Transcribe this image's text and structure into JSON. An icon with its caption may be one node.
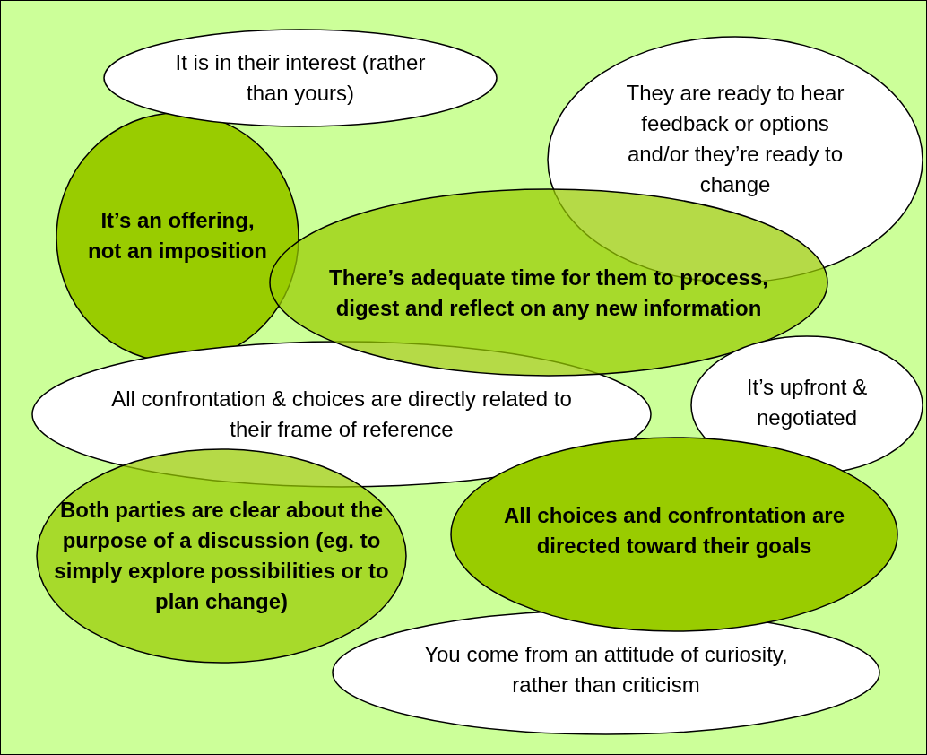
{
  "diagram": {
    "nodes": [
      {
        "text": [
          "It is in their interest (rather than yours)"
        ]
      },
      {
        "text": [
          "They are ready to hear feedback or options and/or they’re ready to change"
        ]
      },
      {
        "text": [
          "It’s an offering, not an imposition"
        ]
      },
      {
        "text": [
          "There’s adequate time for them to process, digest and reflect on any new information"
        ]
      },
      {
        "text": [
          "All confrontation & choices are directly related to their frame of reference"
        ]
      },
      {
        "text": [
          "It’s upfront & negotiated"
        ]
      },
      {
        "text": [
          "All choices and confrontation are directed toward their goals"
        ]
      },
      {
        "text": [
          "Both parties are clear about the purpose of a discussion (eg. to simply explore possibilities or to plan change)"
        ]
      },
      {
        "text": [
          "You come from an attitude of curiosity, rather than criticism"
        ]
      }
    ]
  }
}
